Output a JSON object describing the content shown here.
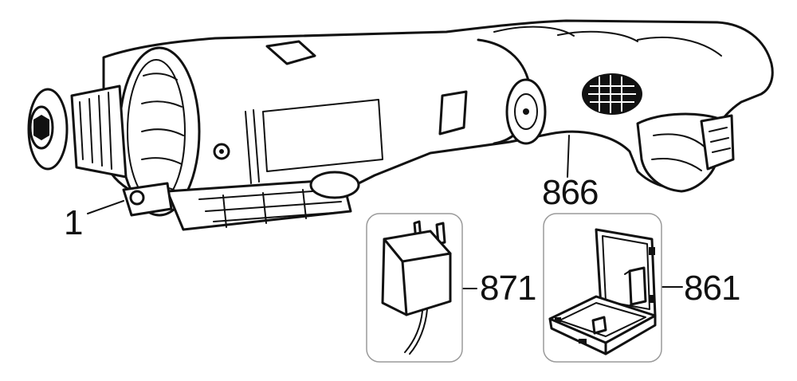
{
  "diagram": {
    "parts": [
      {
        "id": "screwdriver-body",
        "label": "1"
      },
      {
        "id": "battery-cover",
        "label": "866"
      },
      {
        "id": "charger",
        "label": "871"
      },
      {
        "id": "carry-case",
        "label": "861"
      }
    ]
  }
}
